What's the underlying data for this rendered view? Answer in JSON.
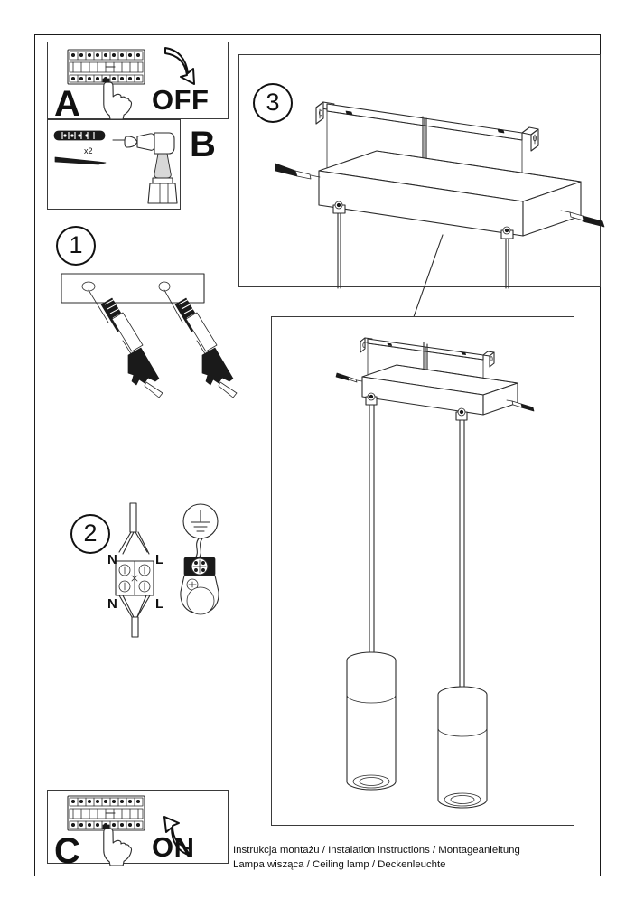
{
  "document": {
    "type": "installation-instruction-sheet",
    "caption_line1": "Instrukcja montażu / Instalation instructions / Montageanleitung",
    "caption_line2": "Lampa wisząca / Ceiling lamp / Deckenleuchte"
  },
  "panels": {
    "a": {
      "letter": "A",
      "action_label": "OFF",
      "description": "Switch off the circuit breaker / fuse box",
      "icons": [
        "fuse-box-icon",
        "hand-pointing-icon",
        "arrow-down-icon"
      ]
    },
    "b": {
      "letter": "B",
      "quantity_label": "x2",
      "description": "Drill holes, use wall plugs and screws",
      "icons": [
        "wall-plug-icon",
        "screw-icon",
        "drill-icon"
      ]
    },
    "c": {
      "letter": "C",
      "action_label": "ON",
      "description": "Switch the circuit breaker back on",
      "icons": [
        "fuse-box-icon",
        "hand-pointing-icon",
        "arrow-up-icon"
      ]
    },
    "step1": {
      "number": "1",
      "description": "Mark and drill two holes in the ceiling, insert wall plugs",
      "icons": [
        "ceiling-plate-icon",
        "wall-plug-icon",
        "screw-icon"
      ]
    },
    "step2": {
      "number": "2",
      "terminal_top_left": "N",
      "terminal_top_right": "L",
      "terminal_bottom_left": "N",
      "terminal_bottom_right": "L",
      "description": "Connect the mains wires to the N and L terminal block, attach earth wire",
      "icons": [
        "terminal-block-icon",
        "earth-ground-icon",
        "earth-terminal-icon"
      ]
    },
    "step3": {
      "number": "3",
      "description": "Fix the mounting bracket to the ceiling and fasten the canopy with the side screws",
      "icons": [
        "mounting-bracket-icon",
        "canopy-icon",
        "screw-icon"
      ]
    },
    "main": {
      "description": "Finished ceiling lamp with two cylindrical pendant shades on cables",
      "icons": [
        "canopy-icon",
        "suspension-cable-icon",
        "cylinder-shade-icon"
      ]
    }
  },
  "colors": {
    "ink": "#1a1a1a",
    "line": "#2b2b2b",
    "frame": "#3a3a3a",
    "paper": "#ffffff",
    "shade": "#d8d8d8"
  }
}
